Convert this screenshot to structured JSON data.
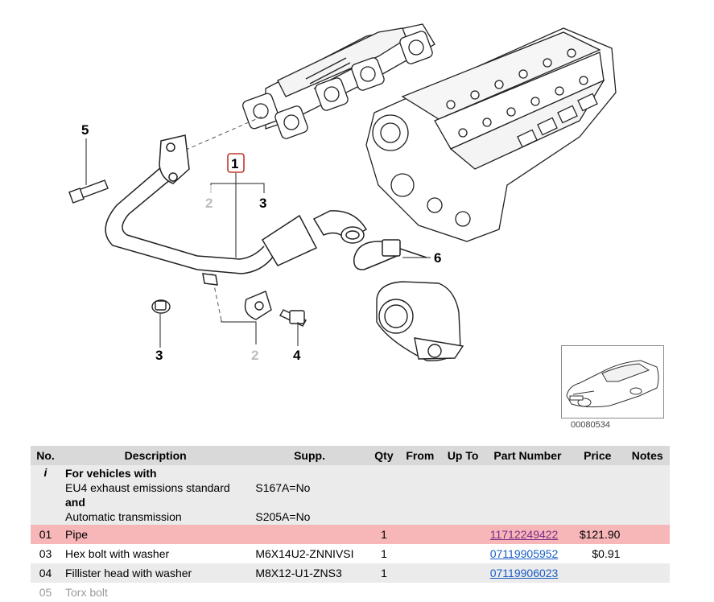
{
  "diagram": {
    "callouts": [
      {
        "id": "c5",
        "text": "5"
      },
      {
        "id": "c1",
        "text": "1"
      },
      {
        "id": "c2a",
        "text": "2"
      },
      {
        "id": "c3a",
        "text": "3"
      },
      {
        "id": "c6",
        "text": "6"
      },
      {
        "id": "c3b",
        "text": "3"
      },
      {
        "id": "c2b",
        "text": "2"
      },
      {
        "id": "c4",
        "text": "4"
      }
    ],
    "thumbnail_code": "00080534"
  },
  "table": {
    "headers": {
      "no": "No.",
      "description": "Description",
      "supp": "Supp.",
      "qty": "Qty",
      "from": "From",
      "upto": "Up To",
      "part_number": "Part Number",
      "price": "Price",
      "notes": "Notes"
    },
    "condition": {
      "no": "i",
      "lines": [
        {
          "desc": "For vehicles with",
          "supp": ""
        },
        {
          "desc": "EU4 exhaust emissions standard",
          "supp": "S167A=No"
        },
        {
          "desc": "and",
          "supp": ""
        },
        {
          "desc": "Automatic transmission",
          "supp": "S205A=No"
        }
      ]
    },
    "rows": [
      {
        "no": "01",
        "description": "Pipe",
        "supp": "",
        "qty": "1",
        "from": "",
        "upto": "",
        "part_number": "11712249422",
        "price": "$121.90",
        "notes": ""
      },
      {
        "no": "03",
        "description": "Hex bolt with washer",
        "supp": "M6X14U2-ZNNIVSI",
        "qty": "1",
        "from": "",
        "upto": "",
        "part_number": "07119905952",
        "price": "$0.91",
        "notes": ""
      },
      {
        "no": "04",
        "description": "Fillister head with washer",
        "supp": "M8X12-U1-ZNS3",
        "qty": "1",
        "from": "",
        "upto": "",
        "part_number": "07119906023",
        "price": "",
        "notes": ""
      }
    ],
    "partial_row": {
      "no": "05",
      "description": "Torx bolt"
    }
  },
  "colors": {
    "header_bg": "#d9d9d9",
    "selected_row_bg": "#f7b6b8",
    "alt_row_bg": "#ebebeb",
    "link": "#1a5ec4",
    "visited_link": "#7a2d86",
    "highlight_box": "#c0392b"
  }
}
